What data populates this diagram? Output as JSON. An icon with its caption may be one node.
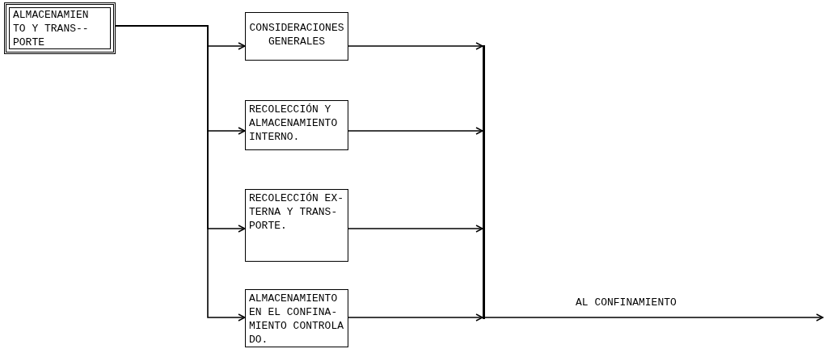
{
  "diagram": {
    "nodes": [
      {
        "text": [
          "ALMACENAMIEN TO Y TRANS-- PORTE"
        ]
      },
      {
        "text": [
          "CONSIDERACIONES GENERALES"
        ]
      },
      {
        "text": [
          "RECOLECCIÓN Y ALMACENAMIENTO INTERNO."
        ]
      },
      {
        "text": [
          "RECOLECCIÓN EX- TERNA Y TRANS- PORTE."
        ]
      },
      {
        "text": [
          "ALMACENAMIENTO EN EL CONFINA- MIENTO CONTROLA DO."
        ]
      },
      {
        "text": [],
        "shape": "bar"
      }
    ],
    "edges": [
      {
        "from": 0,
        "to": 1,
        "arrow": "to"
      },
      {
        "from": 0,
        "to": 2,
        "arrow": "to"
      },
      {
        "from": 0,
        "to": 3,
        "arrow": "to"
      },
      {
        "from": 0,
        "to": 4,
        "arrow": "to"
      },
      {
        "from": 1,
        "to": 5,
        "arrow": "to"
      },
      {
        "from": 2,
        "to": 5,
        "arrow": "to"
      },
      {
        "from": 3,
        "to": 5,
        "arrow": "to"
      },
      {
        "from": 4,
        "to": 5,
        "arrow": "to"
      },
      {
        "from": 5,
        "to": null,
        "arrow": "to",
        "label": "AL CONFINAMIENTO"
      }
    ]
  }
}
